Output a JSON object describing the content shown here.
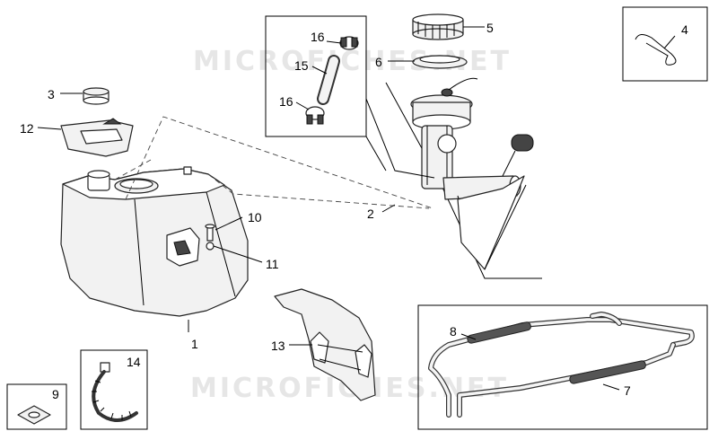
{
  "watermark": "MICROFICHES.NET",
  "callouts": [
    {
      "id": "c1",
      "text": "1"
    },
    {
      "id": "c2",
      "text": "2"
    },
    {
      "id": "c3",
      "text": "3"
    },
    {
      "id": "c4",
      "text": "4"
    },
    {
      "id": "c5",
      "text": "5"
    },
    {
      "id": "c6",
      "text": "6"
    },
    {
      "id": "c7",
      "text": "7"
    },
    {
      "id": "c8",
      "text": "8"
    },
    {
      "id": "c9",
      "text": "9"
    },
    {
      "id": "c10",
      "text": "10"
    },
    {
      "id": "c11",
      "text": "11"
    },
    {
      "id": "c12",
      "text": "12"
    },
    {
      "id": "c13",
      "text": "13"
    },
    {
      "id": "c14",
      "text": "14"
    },
    {
      "id": "c15",
      "text": "15"
    },
    {
      "id": "c16a",
      "text": "16"
    },
    {
      "id": "c16b",
      "text": "16"
    }
  ]
}
